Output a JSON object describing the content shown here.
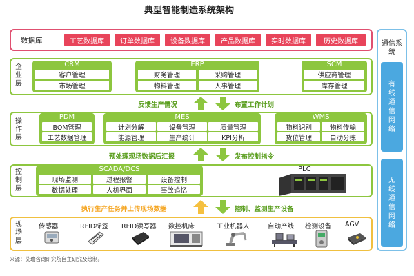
{
  "title": "典型智能制造系统架构",
  "database": {
    "label": "数据库",
    "items": [
      "工艺数据库",
      "订单数据库",
      "设备数据库",
      "产品数据库",
      "实时数据库",
      "历史数据库"
    ]
  },
  "enterprise": {
    "label": "企业层",
    "crm": {
      "name": "CRM",
      "items": [
        "客户管理",
        "市场管理"
      ]
    },
    "erp": {
      "name": "ERP",
      "items": [
        "财务管理",
        "采购管理",
        "物料管理",
        "人事管理"
      ]
    },
    "scm": {
      "name": "SCM",
      "items": [
        "供应商管理",
        "库存管理"
      ]
    }
  },
  "arrows1": {
    "up": "反馈生产情况",
    "down": "布置工作计划"
  },
  "operation": {
    "label": "操作层",
    "pdm": {
      "name": "PDM",
      "items": [
        "BOM管理",
        "工艺数据管理"
      ]
    },
    "mes": {
      "name": "MES",
      "items": [
        "计划分解",
        "设备管理",
        "质量管理",
        "能源管理",
        "生产统计",
        "KPI分析"
      ]
    },
    "wms": {
      "name": "WMS",
      "items": [
        "物料识别",
        "物料传输",
        "货位管理",
        "自动分拣"
      ]
    }
  },
  "arrows2": {
    "up": "预处理现场数据后汇报",
    "down": "发布控制指令"
  },
  "control": {
    "label": "控制层",
    "scada": {
      "name": "SCADA/DCS",
      "items": [
        "现场监测",
        "过程报警",
        "设备控制",
        "数据处理",
        "人机界面",
        "事故追忆"
      ]
    },
    "plc": "PLC"
  },
  "arrows3": {
    "up": "执行生产任务并上传现场数据",
    "down": "控制、监测生产设备"
  },
  "field": {
    "label": "现场层",
    "devices": [
      "传感器",
      "RFID标签",
      "RFID读写器",
      "数控机床",
      "工业机器人",
      "自动产线",
      "检测设备",
      "AGV"
    ]
  },
  "comm": {
    "title": "通信系统",
    "wired": "有线通信网络",
    "wireless": "无线通信网络"
  },
  "source": "来源：艾瑞咨询研究院自主研究及绘制。",
  "colors": {
    "red": "#e8445a",
    "green": "#8dc63f",
    "yellow": "#f0c040",
    "blue": "#4ba8e0",
    "orange": "#f5a623"
  }
}
